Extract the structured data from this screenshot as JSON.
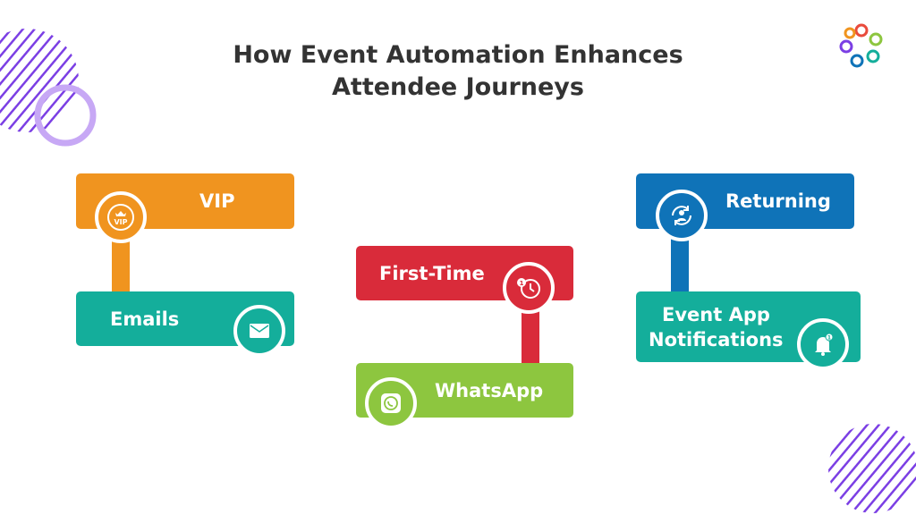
{
  "title_line1": "How Event Automation Enhances",
  "title_line2": "Attendee Journeys",
  "colors": {
    "orange": "#F0941F",
    "teal": "#14AE9B",
    "blue": "#0F73B8",
    "red": "#D92B3A",
    "green": "#8DC63F",
    "purple": "#7B3FE4"
  },
  "columns": [
    {
      "top": {
        "label": "VIP",
        "icon": "vip-crown-icon"
      },
      "bottom": {
        "label": "Emails",
        "icon": "envelope-icon"
      }
    },
    {
      "top": {
        "label": "First-Time",
        "icon": "first-time-clock-icon"
      },
      "bottom": {
        "label": "WhatsApp",
        "icon": "whatsapp-icon"
      }
    },
    {
      "top": {
        "label": "Returning",
        "icon": "returning-user-icon"
      },
      "bottom": {
        "label_line1": "Event App",
        "label_line2": "Notifications",
        "icon": "bell-notification-icon"
      }
    }
  ]
}
